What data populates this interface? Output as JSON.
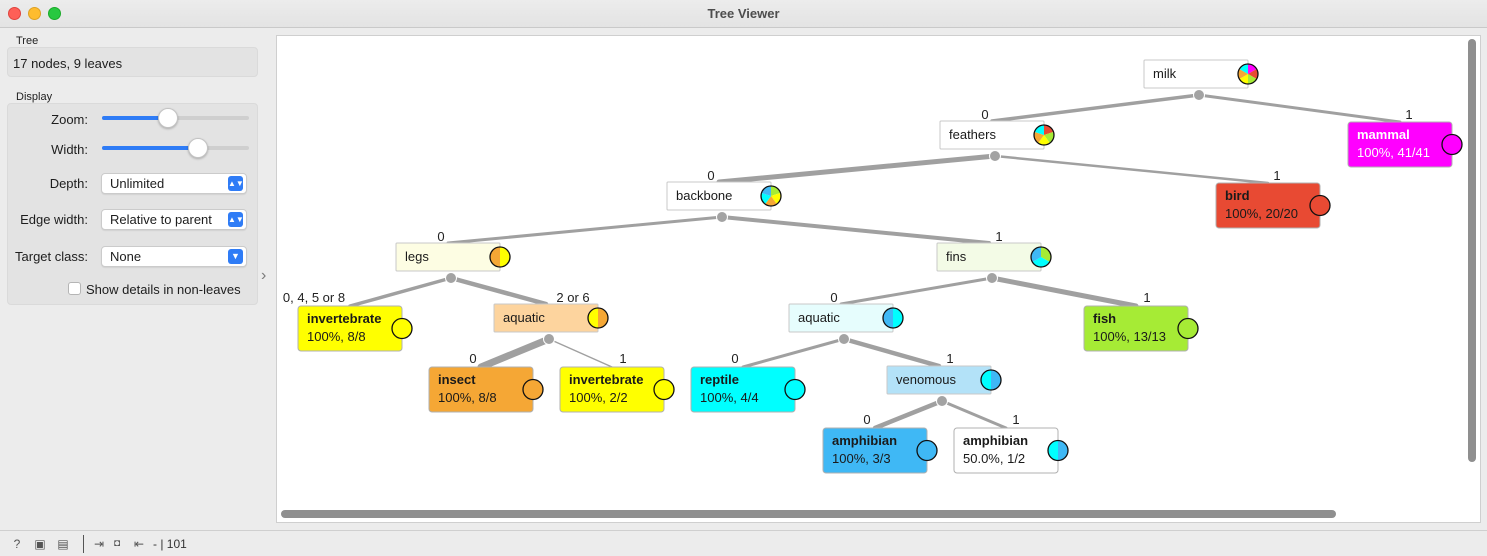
{
  "window": {
    "title": "Tree Viewer"
  },
  "panel": {
    "tree_group": "Tree",
    "tree_info": "17 nodes, 9 leaves",
    "display_group": "Display",
    "zoom_label": "Zoom:",
    "zoom_value": 0.45,
    "width_label": "Width:",
    "width_value": 0.65,
    "depth_label": "Depth:",
    "depth_value": "Unlimited",
    "edge_width_label": "Edge width:",
    "edge_width_value": "Relative to parent",
    "target_class_label": "Target class:",
    "target_class_value": "None",
    "show_details_label": "Show details in non-leaves",
    "show_details_checked": false
  },
  "tree": {
    "colors": {
      "mammal": "#ff00ff",
      "bird": "#e84a33",
      "fish": "#a6eb35",
      "reptile": "#00ffff",
      "amphibian": "#3fb8f5",
      "insect": "#f5a735",
      "invertebrate": "#ffff00",
      "edge": "#a0a0a0",
      "junction": "#a3a3a3"
    },
    "nodes": [
      {
        "id": "milk",
        "label": "milk",
        "bg": "#ffffff",
        "leaf": false,
        "pie": [
          "mammal",
          "bird",
          "fish",
          "invertebrate",
          "insect",
          "reptile"
        ]
      },
      {
        "id": "feathers",
        "label": "feathers",
        "bg": "#ffffff",
        "leaf": false,
        "pie": [
          "bird",
          "fish",
          "invertebrate",
          "insect",
          "reptile"
        ]
      },
      {
        "id": "mammal",
        "label": "mammal",
        "detail": "100%, 41/41",
        "bg": "#ff00ff",
        "fg": "#ffffff",
        "leaf": true,
        "pie": [
          "mammal"
        ]
      },
      {
        "id": "backbone",
        "label": "backbone",
        "bg": "#ffffff",
        "leaf": false,
        "pie": [
          "fish",
          "invertebrate",
          "insect",
          "reptile",
          "amphibian"
        ]
      },
      {
        "id": "bird",
        "label": "bird",
        "detail": "100%, 20/20",
        "bg": "#e84a33",
        "fg": "#1a1a1a",
        "leaf": true,
        "pie": [
          "bird"
        ]
      },
      {
        "id": "legs",
        "label": "legs",
        "bg": "#fdfde3",
        "leaf": false,
        "pie": [
          "invertebrate",
          "insect"
        ]
      },
      {
        "id": "fins",
        "label": "fins",
        "bg": "#f3fbe6",
        "leaf": false,
        "pie": [
          "fish",
          "reptile",
          "amphibian"
        ]
      },
      {
        "id": "invertebrate1",
        "label": "invertebrate",
        "detail": "100%, 8/8",
        "bg": "#ffff00",
        "fg": "#1a1a1a",
        "leaf": true,
        "pie": [
          "invertebrate"
        ]
      },
      {
        "id": "aquatic1",
        "label": "aquatic",
        "bg": "#fdd49e",
        "leaf": false,
        "pie": [
          "insect",
          "invertebrate"
        ]
      },
      {
        "id": "aquatic2",
        "label": "aquatic",
        "bg": "#e6fdfd",
        "leaf": false,
        "pie": [
          "reptile",
          "amphibian"
        ]
      },
      {
        "id": "fish",
        "label": "fish",
        "detail": "100%, 13/13",
        "bg": "#a6eb35",
        "fg": "#1a1a1a",
        "leaf": true,
        "pie": [
          "fish"
        ]
      },
      {
        "id": "insect",
        "label": "insect",
        "detail": "100%, 8/8",
        "bg": "#f5a735",
        "fg": "#1a1a1a",
        "leaf": true,
        "pie": [
          "insect"
        ]
      },
      {
        "id": "invertebrate2",
        "label": "invertebrate",
        "detail": "100%, 2/2",
        "bg": "#ffff00",
        "fg": "#1a1a1a",
        "leaf": true,
        "pie": [
          "invertebrate"
        ]
      },
      {
        "id": "reptile",
        "label": "reptile",
        "detail": "100%, 4/4",
        "bg": "#00ffff",
        "fg": "#1a1a1a",
        "leaf": true,
        "pie": [
          "reptile"
        ]
      },
      {
        "id": "venomous",
        "label": "venomous",
        "bg": "#b3e2f8",
        "leaf": false,
        "pie": [
          "amphibian",
          "reptile"
        ]
      },
      {
        "id": "amphibian1",
        "label": "amphibian",
        "detail": "100%, 3/3",
        "bg": "#3fb8f5",
        "fg": "#1a1a1a",
        "leaf": true,
        "pie": [
          "amphibian"
        ]
      },
      {
        "id": "amphibian2",
        "label": "amphibian",
        "detail": "50.0%, 1/2",
        "bg": "#ffffff",
        "fg": "#1a1a1a",
        "leaf": true,
        "pie": [
          "amphibian",
          "reptile"
        ]
      }
    ],
    "edges": [
      {
        "from": "milk",
        "to": "feathers",
        "label": "0",
        "weight": 3.5
      },
      {
        "from": "milk",
        "to": "mammal",
        "label": "1",
        "weight": 3
      },
      {
        "from": "feathers",
        "to": "backbone",
        "label": "0",
        "weight": 5
      },
      {
        "from": "feathers",
        "to": "bird",
        "label": "1",
        "weight": 2.5
      },
      {
        "from": "backbone",
        "to": "legs",
        "label": "0",
        "weight": 3
      },
      {
        "from": "backbone",
        "to": "fins",
        "label": "1",
        "weight": 4
      },
      {
        "from": "legs",
        "to": "invertebrate1",
        "label": "0, 4, 5 or 8",
        "weight": 3.5
      },
      {
        "from": "legs",
        "to": "aquatic1",
        "label": "2 or 6",
        "weight": 4.5
      },
      {
        "from": "fins",
        "to": "aquatic2",
        "label": "0",
        "weight": 3
      },
      {
        "from": "fins",
        "to": "fish",
        "label": "1",
        "weight": 5
      },
      {
        "from": "aquatic1",
        "to": "insect",
        "label": "0",
        "weight": 7
      },
      {
        "from": "aquatic1",
        "to": "invertebrate2",
        "label": "1",
        "weight": 1.5
      },
      {
        "from": "aquatic2",
        "to": "reptile",
        "label": "0",
        "weight": 3
      },
      {
        "from": "aquatic2",
        "to": "venomous",
        "label": "1",
        "weight": 4.5
      },
      {
        "from": "venomous",
        "to": "amphibian1",
        "label": "0",
        "weight": 4.5
      },
      {
        "from": "venomous",
        "to": "amphibian2",
        "label": "1",
        "weight": 3
      }
    ]
  },
  "statusbar": {
    "text": "- | 101"
  }
}
